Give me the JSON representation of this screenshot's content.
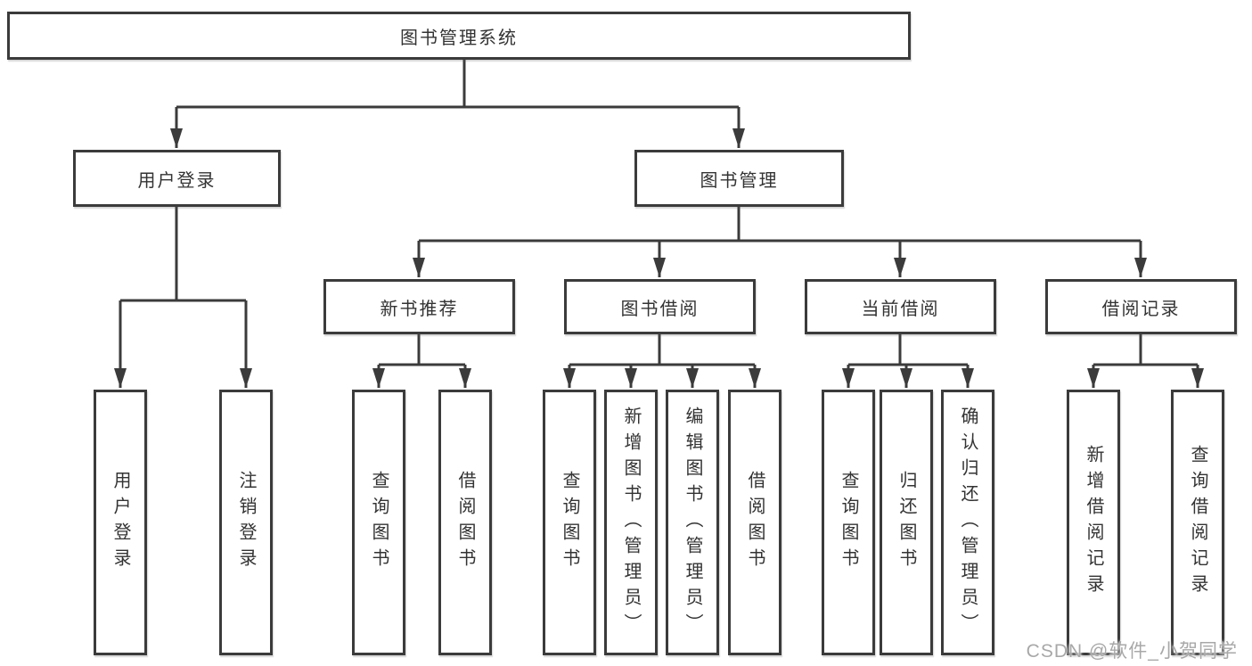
{
  "tree": {
    "root": "图书管理系统",
    "children": [
      {
        "label": "用户登录",
        "children": [
          "用户登录",
          "注销登录"
        ]
      },
      {
        "label": "图书管理",
        "children": [
          {
            "label": "新书推荐",
            "children": [
              "查询图书",
              "借阅图书"
            ]
          },
          {
            "label": "图书借阅",
            "children": [
              "查询图书",
              "新增图书（管理员）",
              "编辑图书（管理员）",
              "借阅图书"
            ]
          },
          {
            "label": "当前借阅",
            "children": [
              "查询图书",
              "归还图书",
              "确认归还（管理员）"
            ]
          },
          {
            "label": "借阅记录",
            "children": [
              "新增借阅记录",
              "查询借阅记录"
            ]
          }
        ]
      }
    ]
  },
  "watermark": "CSDN @软件_小贺同学",
  "colors": {
    "line": "#3b3b3b",
    "text": "#333333",
    "box_bg": "#ffffff",
    "watermark": "#a8a8a8"
  }
}
